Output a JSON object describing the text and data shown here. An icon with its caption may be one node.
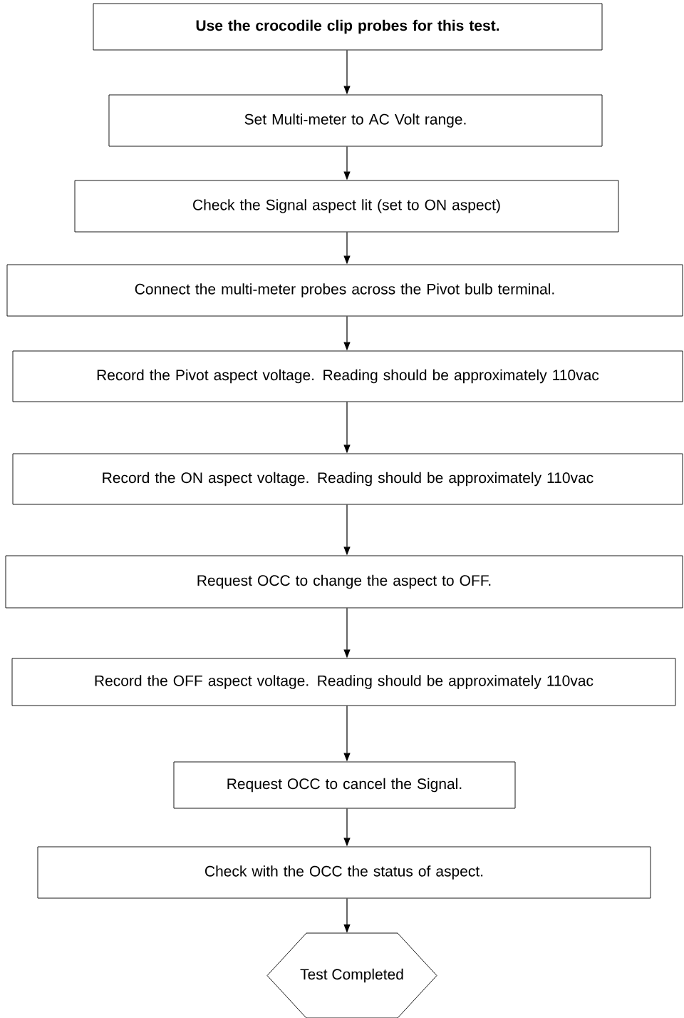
{
  "diagram": {
    "nodes": [
      {
        "text": [
          "Use the crocodile clip probes for this test."
        ]
      },
      {
        "text": [
          "Set Multi-meter to AC Volt range."
        ]
      },
      {
        "text": [
          "Check the Signal aspect lit (set to ON aspect)"
        ]
      },
      {
        "text": [
          "Connect the multi-meter probes across the Pivot bulb terminal."
        ]
      },
      {
        "text": [
          "Record the Pivot aspect voltage. Reading should be approximately 110vac"
        ]
      },
      {
        "text": [
          "Record the ON aspect voltage. Reading should be approximately 110vac"
        ]
      },
      {
        "text": [
          "Request OCC to change the aspect to OFF."
        ]
      },
      {
        "text": [
          "Record the OFF aspect voltage.  Reading should be approximately 110vac"
        ]
      },
      {
        "text": [
          "Request OCC to cancel the Signal."
        ]
      },
      {
        "text": [
          "Check with the OCC the status of aspect."
        ]
      },
      {
        "text": [
          "Test Completed"
        ]
      }
    ],
    "edges": [
      {
        "from": 0,
        "to": 1,
        "arrow": "to"
      },
      {
        "from": 1,
        "to": 2,
        "arrow": "to"
      },
      {
        "from": 2,
        "to": 3,
        "arrow": "to"
      },
      {
        "from": 3,
        "to": 4,
        "arrow": "to"
      },
      {
        "from": 4,
        "to": 5,
        "arrow": "to"
      },
      {
        "from": 5,
        "to": 6,
        "arrow": "to"
      },
      {
        "from": 6,
        "to": 7,
        "arrow": "to"
      },
      {
        "from": 7,
        "to": 8,
        "arrow": "to"
      },
      {
        "from": 8,
        "to": 9,
        "arrow": "to"
      },
      {
        "from": 9,
        "to": 10,
        "arrow": "to"
      }
    ]
  }
}
